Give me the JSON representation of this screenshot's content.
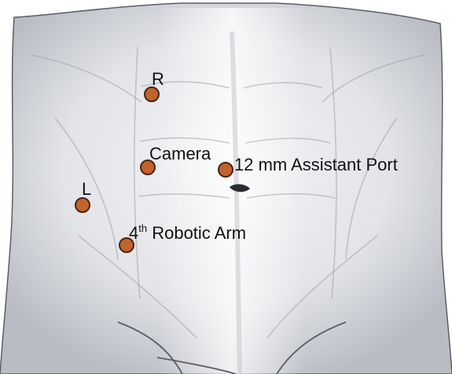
{
  "diagram": {
    "subject": "abdominal port placement",
    "colors": {
      "port_fill": "#c0632d",
      "port_outline": "#4a2410",
      "skin": "#dfe1e6",
      "label_text": "#111111"
    },
    "labels": {
      "right": "R",
      "left": "L",
      "camera": "Camera",
      "assistant": "12 mm Assistant Port",
      "arm_prefix": "4",
      "arm_sup": "th",
      "arm_rest": " Robotic Arm"
    }
  }
}
